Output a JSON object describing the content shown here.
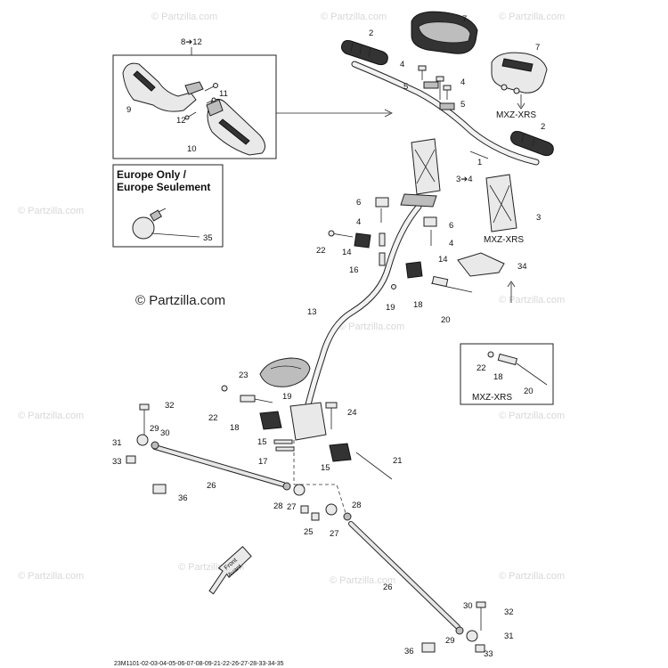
{
  "watermarks": {
    "brand": "© Partzilla.com",
    "main": "© Partzilla.com"
  },
  "insets": {
    "europe_title_line1": "Europe Only /",
    "europe_title_line2": "Europe Seulement",
    "variant_label": "MXZ-XRS"
  },
  "callouts": {
    "n1": "1",
    "n2": "2",
    "n3": "3",
    "n3to4": "3➔4",
    "n4": "4",
    "n5": "5",
    "n6": "6",
    "n7": "7",
    "n8to12": "8➔12",
    "n9": "9",
    "n10": "10",
    "n11": "11",
    "n12": "12",
    "n13": "13",
    "n14": "14",
    "n15": "15",
    "n16": "16",
    "n17": "17",
    "n18": "18",
    "n19": "19",
    "n20": "20",
    "n21": "21",
    "n22": "22",
    "n23": "23",
    "n24": "24",
    "n25": "25",
    "n26": "26",
    "n27": "27",
    "n28": "28",
    "n29": "29",
    "n30": "30",
    "n31": "31",
    "n32": "32",
    "n33": "33",
    "n34": "34",
    "n35": "35",
    "n36": "36"
  },
  "front_arrow": {
    "line1": "Front",
    "line2": "Avant"
  },
  "diagram_code": "23M1101-02-03-04-05-06-07-08-09-21-22-26-27-28-33-34-35"
}
